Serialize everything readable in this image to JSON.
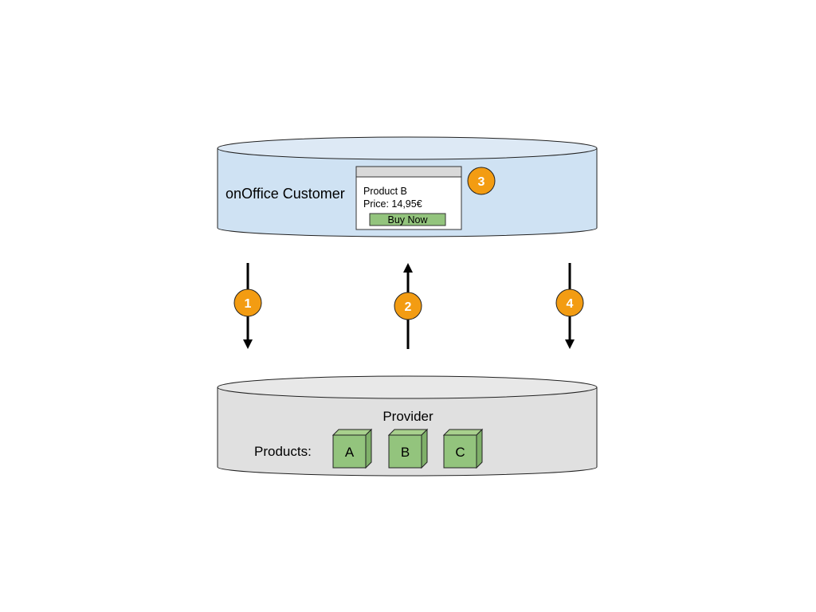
{
  "colors": {
    "customer_fill": "#cfe2f3",
    "provider_fill": "#e0e0e0",
    "badge_fill": "#f39c12",
    "product_fill": "#93c47d",
    "button_fill": "#93c47d",
    "popup_header": "#d9d9d9"
  },
  "customer": {
    "label": "onOffice Customer",
    "popup": {
      "product": "Product B",
      "price": "Price: 14,95€",
      "button": "Buy Now"
    }
  },
  "provider": {
    "label": "Provider",
    "products_label": "Products:",
    "products": [
      "A",
      "B",
      "C"
    ]
  },
  "steps": {
    "one": "1",
    "two": "2",
    "three": "3",
    "four": "4"
  }
}
